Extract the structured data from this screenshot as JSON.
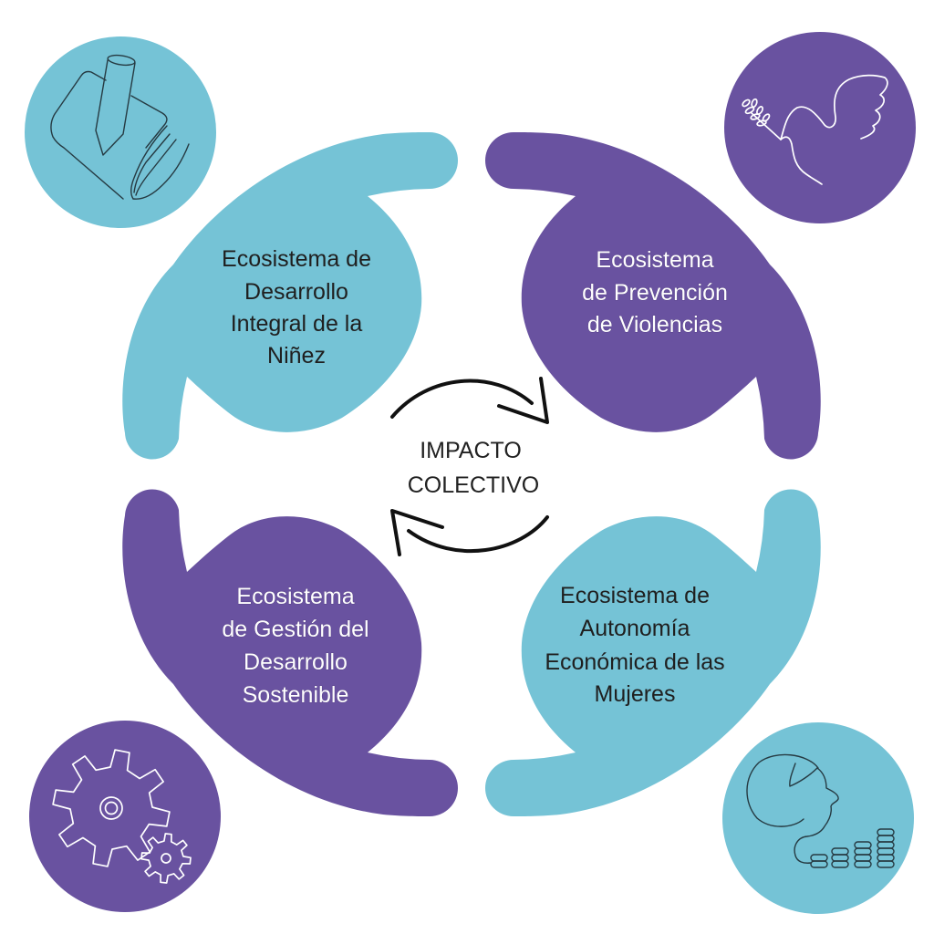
{
  "colors": {
    "teal": "#75C3D6",
    "purple": "#6952A0",
    "text_dark": "#1f1f1f",
    "text_light": "#ffffff",
    "arrow": "#111111"
  },
  "center": {
    "lines": [
      "IMPACTO",
      "COLECTIVO"
    ],
    "arrows": [
      "clockwise-arrow-top",
      "clockwise-arrow-bottom"
    ]
  },
  "ecosystems": [
    {
      "id": "ninez",
      "color": "teal",
      "icon": "pencil-paper-icon",
      "lines": [
        "Ecosistema de",
        "Desarrollo",
        "Integral de la",
        "Niñez"
      ]
    },
    {
      "id": "violencias",
      "color": "purple",
      "icon": "dove-icon",
      "lines": [
        "Ecosistema",
        "de Prevención",
        "de Violencias"
      ]
    },
    {
      "id": "mujeres",
      "color": "teal",
      "icon": "woman-coins-icon",
      "lines": [
        "Ecosistema de",
        "Autonomía",
        "Económica de las",
        "Mujeres"
      ]
    },
    {
      "id": "sostenible",
      "color": "purple",
      "icon": "gears-icon",
      "lines": [
        "Ecosistema",
        "de Gestión del",
        "Desarrollo",
        "Sostenible"
      ]
    }
  ]
}
